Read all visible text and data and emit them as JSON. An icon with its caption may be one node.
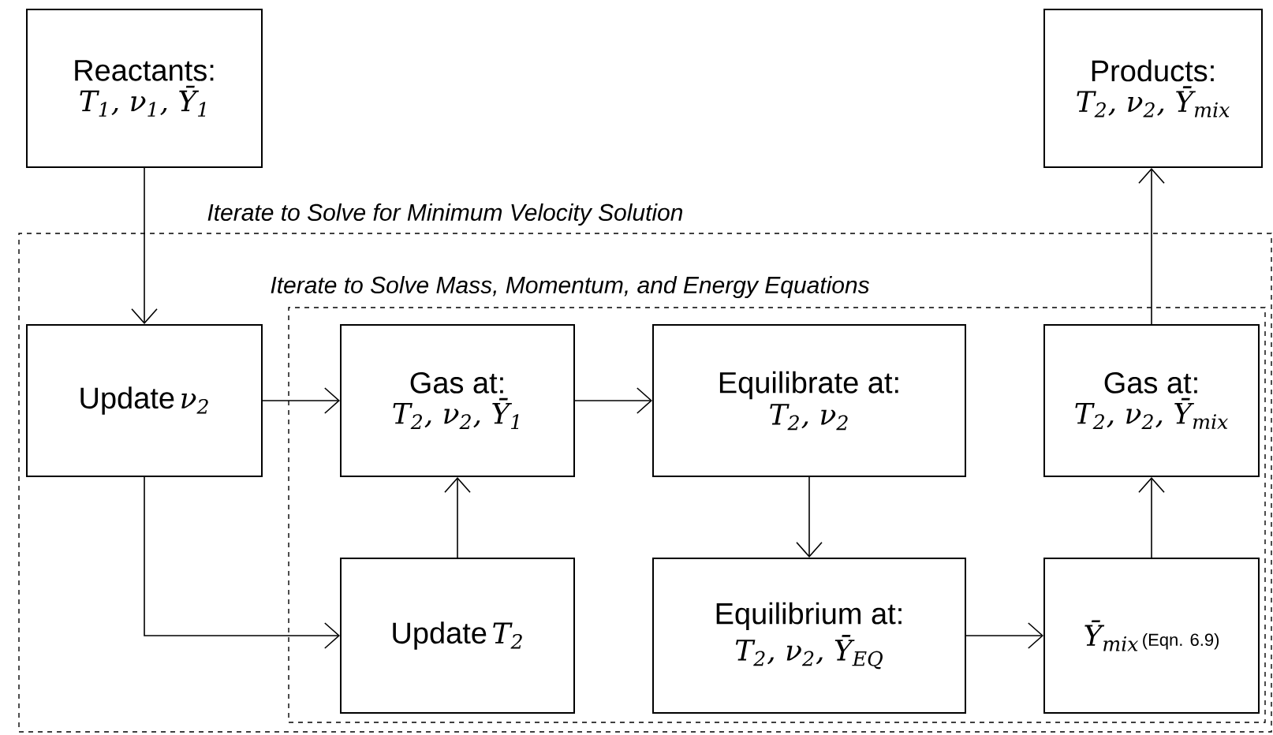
{
  "diagram": {
    "nodes": [
      {
        "text": [
          "Reactants:",
          "T$_{1}$, ν$_{1}$, Ȳ$_{1}$"
        ]
      },
      {
        "text": [
          "Products:",
          "T$_{2}$, ν$_{2}$, Ȳ$_{mix}$"
        ]
      },
      {
        "text": [
          "Iterate to Solve for Minimum Velocity Solution"
        ]
      },
      {
        "text": [
          "Update",
          "ν$_{2}$"
        ],
        "in": 2
      },
      {
        "text": [
          "Iterate to Solve Mass, Momentum, and Energy Equations"
        ],
        "in": 2
      },
      {
        "text": [
          "Gas at:",
          "T$_{2}$, ν$_{2}$, Ȳ$_{1}$"
        ],
        "in": 4
      },
      {
        "text": [
          "Equilibrate at:",
          "T$_{2}$, ν$_{2}$"
        ],
        "in": 4
      },
      {
        "text": [
          "Gas at:",
          "T$_{2}$, ν$_{2}$, Ȳ$_{mix}$"
        ],
        "in": 4
      },
      {
        "text": [
          "Update",
          "T$_{2}$"
        ],
        "in": 4
      },
      {
        "text": [
          "Equilibrium at:",
          "T$_{2}$, ν$_{2}$, Ȳ$_{EQ}$"
        ],
        "in": 4
      },
      {
        "text": [
          "Ȳ$_{mix}$",
          "(Eqn. 6.9)"
        ],
        "in": 4
      }
    ],
    "edges": [
      {
        "from": 0,
        "to": 3,
        "arrow": "to"
      },
      {
        "from": 3,
        "to": 5,
        "arrow": "to"
      },
      {
        "from": 3,
        "to": 8,
        "arrow": "to"
      },
      {
        "from": 8,
        "to": 5,
        "arrow": "to"
      },
      {
        "from": 5,
        "to": 6,
        "arrow": "to"
      },
      {
        "from": 6,
        "to": 9,
        "arrow": "to"
      },
      {
        "from": 9,
        "to": 10,
        "arrow": "to"
      },
      {
        "from": 10,
        "to": 7,
        "arrow": "to"
      },
      {
        "from": 7,
        "to": 1,
        "arrow": "to"
      }
    ]
  }
}
